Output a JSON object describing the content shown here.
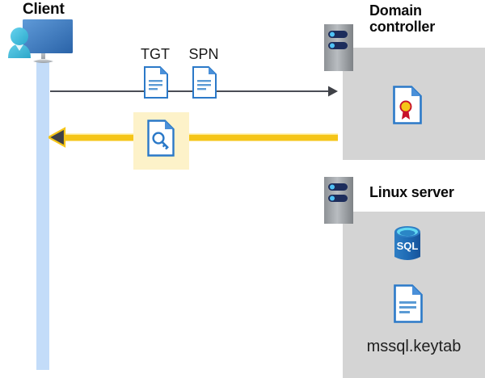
{
  "diagram": {
    "title_client": "Client",
    "title_domain_controller": "Domain controller",
    "title_linux_server": "Linux server",
    "labels": {
      "tgt": "TGT",
      "spn": "SPN",
      "keytab_file": "mssql.keytab",
      "sql_badge": "SQL"
    },
    "icons": {
      "client": "client-workstation-icon",
      "server": "server-rack-icon",
      "tgt_document": "document-icon",
      "spn_document": "document-icon",
      "ticket_document": "key-document-icon",
      "certificate_document": "certificate-document-icon",
      "database": "sql-database-icon",
      "keytab_document": "document-icon"
    },
    "arrows": [
      {
        "name": "request-arrow",
        "direction": "right",
        "from": "Client",
        "to": "Domain controller",
        "style": "thin-dark-line"
      },
      {
        "name": "response-arrow",
        "direction": "left",
        "from": "Domain controller",
        "to": "Client",
        "style": "thick-yellow-line"
      }
    ],
    "colors": {
      "lifeline": "#c3dcf9",
      "panel": "#d4d4d4",
      "highlight": "#fdf2c9",
      "arrow_yellow": "#f5c518",
      "arrow_dark": "#3f4147",
      "doc_blue": "#2b79c8",
      "doc_line_blue": "#5b9bd5",
      "sql_blue": "#1f6bb5",
      "cert_gold": "#f5c518",
      "cert_red": "#c7112a",
      "title_text": "#0b0b0b"
    }
  }
}
